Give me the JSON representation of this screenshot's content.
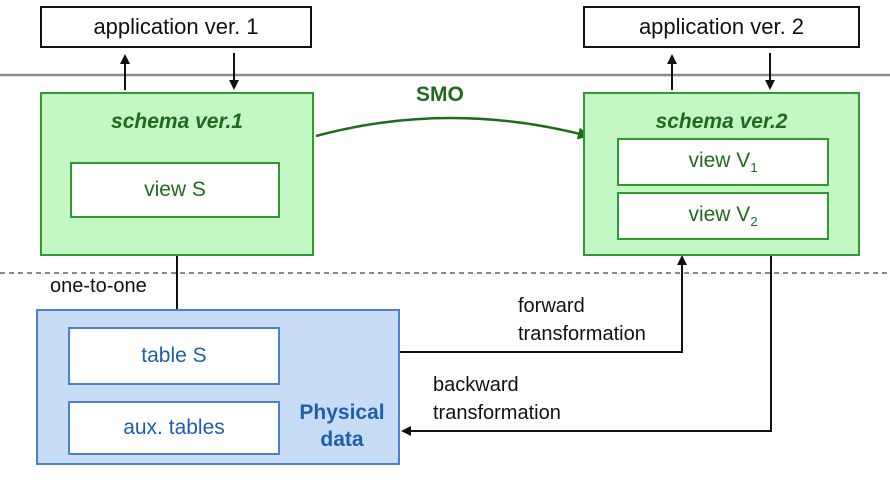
{
  "apps": {
    "v1": "application ver. 1",
    "v2": "application ver. 2"
  },
  "schema1": {
    "title": "schema ver.1",
    "view": "view S"
  },
  "schema2": {
    "title": "schema ver.2",
    "view1_prefix": "view V",
    "view1_sub": "1",
    "view2_prefix": "view V",
    "view2_sub": "2"
  },
  "smo_label": "SMO",
  "one_to_one_label": "one-to-one",
  "physical": {
    "table": "table S",
    "aux": "aux. tables",
    "label_line1": "Physical",
    "label_line2": "data"
  },
  "forward": {
    "line1": "forward",
    "line2": "transformation"
  },
  "backward": {
    "line1": "backward",
    "line2": "transformation"
  },
  "colors": {
    "schema_border": "#2f9a2f",
    "schema_fill": "#c3f7c3",
    "schema_text": "#1f6a1f",
    "physical_border": "#4b82cf",
    "physical_fill": "#c9dcf6",
    "physical_text": "#1e5fb0"
  }
}
